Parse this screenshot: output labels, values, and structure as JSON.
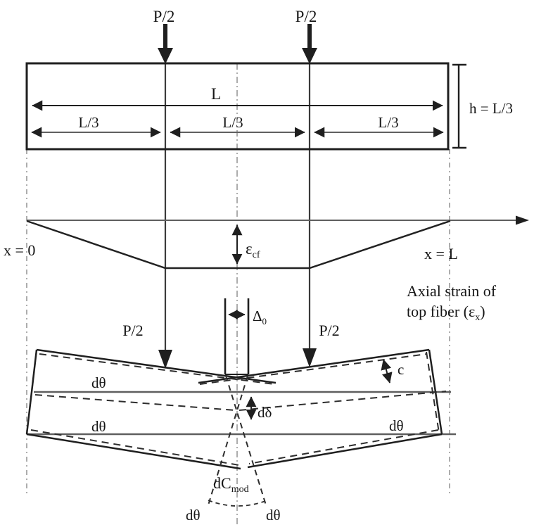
{
  "diagram": {
    "description": "Four-point (third-point) bending beam schematic with axial strain distribution of top fiber and rotated rigid beam halves at the mid-span hinge",
    "colors": {
      "ink": "#1f1f1f",
      "reference_gray": "#5f5f5f",
      "guide_gray": "#8a8a8a",
      "background": "#ffffff"
    },
    "labels": {
      "p_half": "P/2",
      "span": "L",
      "span_third": "L/3",
      "height": "h = L/3",
      "x_zero": "x = 0",
      "x_l": "x = L",
      "epsilon": "ε",
      "epsilon_cf_sub": "cf",
      "axial_caption_1": "Axial strain of",
      "axial_caption_2a": "top fiber (",
      "axial_caption_2b": "ε",
      "axial_caption_2c": "x",
      "axial_caption_2d": ")",
      "delta_cap": "Δ",
      "delta_zero_sub": "0",
      "d_theta": "dθ",
      "d_delta": "dδ",
      "c": "c",
      "d_c": "dC",
      "d_c_sub": "mod"
    }
  }
}
